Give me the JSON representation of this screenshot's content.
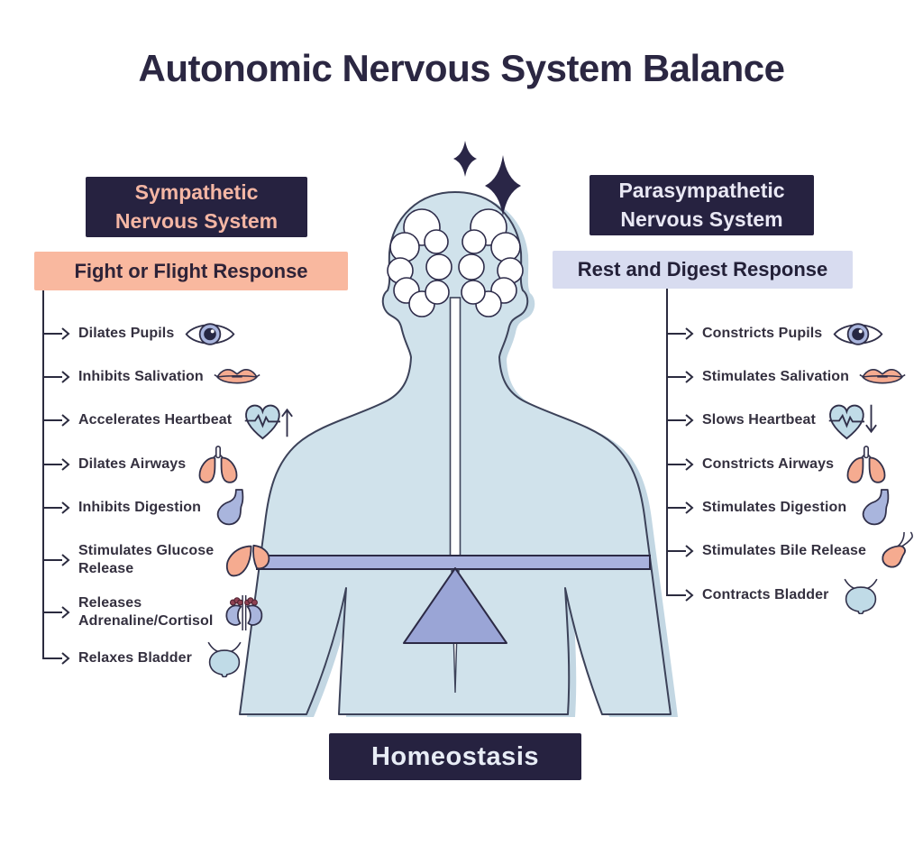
{
  "title": "Autonomic Nervous System Balance",
  "left": {
    "header_line1": "Sympathetic",
    "header_line2": "Nervous System",
    "banner": "Fight or Flight Response",
    "items": [
      {
        "label": "Dilates Pupils",
        "icon": "eye-icon"
      },
      {
        "label": "Inhibits Salivation",
        "icon": "lips-icon"
      },
      {
        "label": "Accelerates Heartbeat",
        "icon": "heart-rate-up-icon"
      },
      {
        "label": "Dilates Airways",
        "icon": "lungs-icon"
      },
      {
        "label": "Inhibits Digestion",
        "icon": "stomach-icon"
      },
      {
        "label": "Stimulates Glucose\nRelease",
        "icon": "liver-icon"
      },
      {
        "label": "Releases\nAdrenaline/Cortisol",
        "icon": "adrenal-kidneys-icon"
      },
      {
        "label": "Relaxes Bladder",
        "icon": "bladder-icon"
      }
    ]
  },
  "right": {
    "header_line1": "Parasympathetic",
    "header_line2": "Nervous System",
    "banner": "Rest and Digest Response",
    "items": [
      {
        "label": "Constricts Pupils",
        "icon": "eye-icon"
      },
      {
        "label": "Stimulates Salivation",
        "icon": "lips-icon"
      },
      {
        "label": "Slows Heartbeat",
        "icon": "heart-rate-down-icon"
      },
      {
        "label": "Constricts Airways",
        "icon": "lungs-icon"
      },
      {
        "label": "Stimulates Digestion",
        "icon": "stomach-icon"
      },
      {
        "label": "Stimulates Bile Release",
        "icon": "gallbladder-icon"
      },
      {
        "label": "Contracts Bladder",
        "icon": "bladder-icon"
      }
    ]
  },
  "center": {
    "bottom_label": "Homeostasis"
  },
  "colors": {
    "dark_navy": "#262240",
    "salmon": "#f9b89f",
    "lavender": "#d8dcf0",
    "body_blue": "#d0e2eb",
    "beam_periwinkle": "#a9b2de",
    "fulcrum_periwinkle": "#9aa5d6",
    "organ_blue": "#c0dbe7",
    "organ_lavender": "#a9b5dd",
    "organ_salmon": "#f5ab90",
    "line": "#2b2b3f"
  }
}
